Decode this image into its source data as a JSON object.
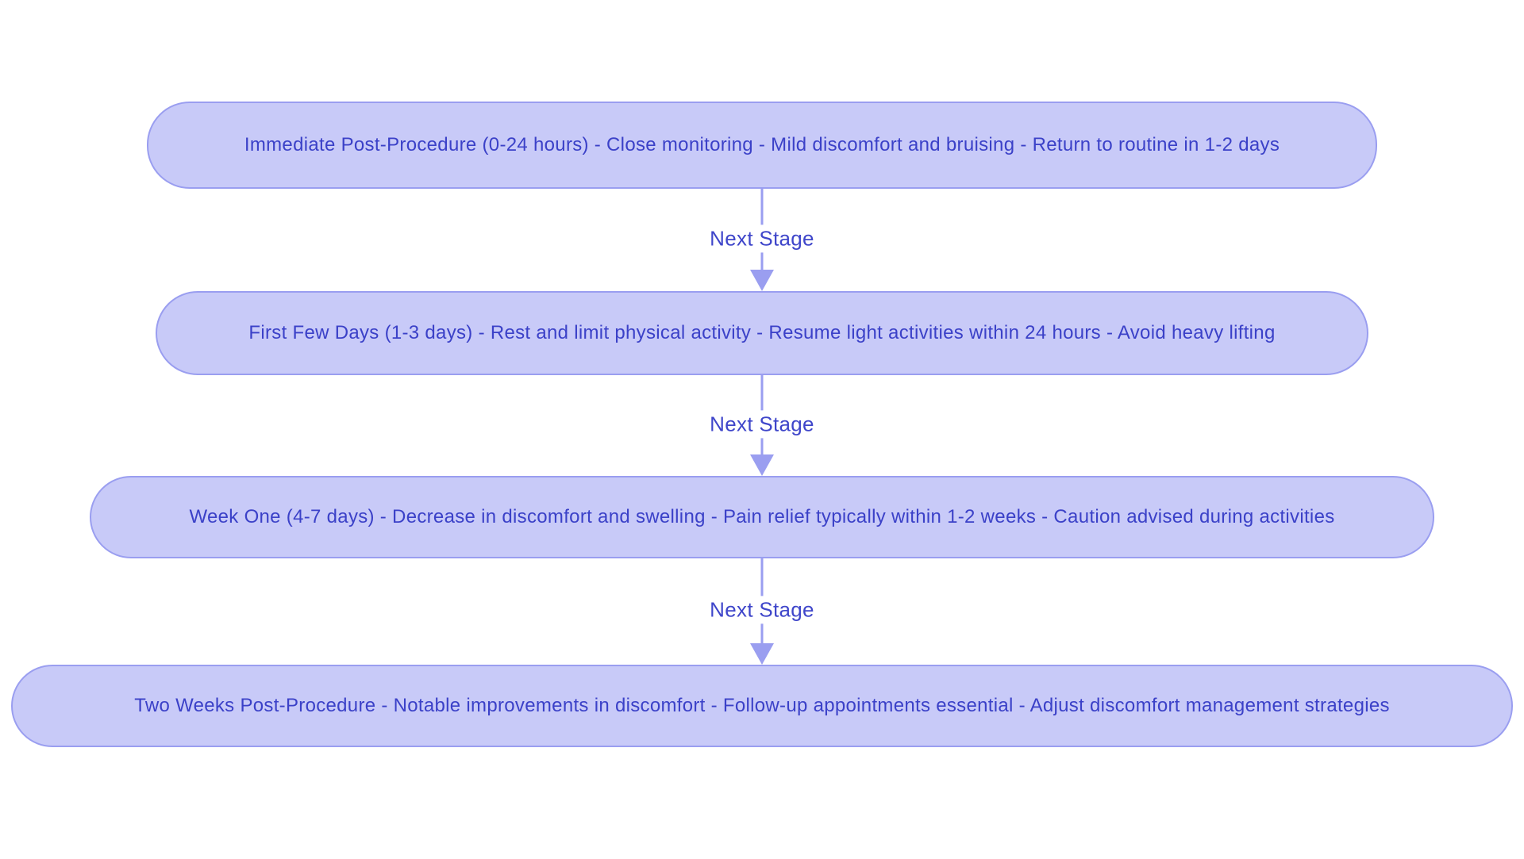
{
  "flowchart": {
    "colors": {
      "node_fill": "#c8caf8",
      "node_border": "#9a9ef0",
      "node_text": "#3b41c8",
      "arrow_color": "#9a9ef0",
      "label_text": "#3f46ca",
      "page_bg": "#ffffff"
    },
    "stages": [
      {
        "label": "Immediate Post-Procedure (0-24 hours) - Close monitoring - Mild discomfort and bruising - Return to routine in 1-2 days"
      },
      {
        "label": "First Few Days (1-3 days) - Rest and limit physical activity - Resume light activities within 24 hours - Avoid heavy lifting"
      },
      {
        "label": "Week One (4-7 days) - Decrease in discomfort and swelling - Pain relief typically within 1-2 weeks - Caution advised during activities"
      },
      {
        "label": "Two Weeks Post-Procedure - Notable improvements in discomfort - Follow-up appointments essential - Adjust discomfort management strategies"
      }
    ],
    "connectors": [
      {
        "label": "Next Stage"
      },
      {
        "label": "Next Stage"
      },
      {
        "label": "Next Stage"
      }
    ]
  }
}
